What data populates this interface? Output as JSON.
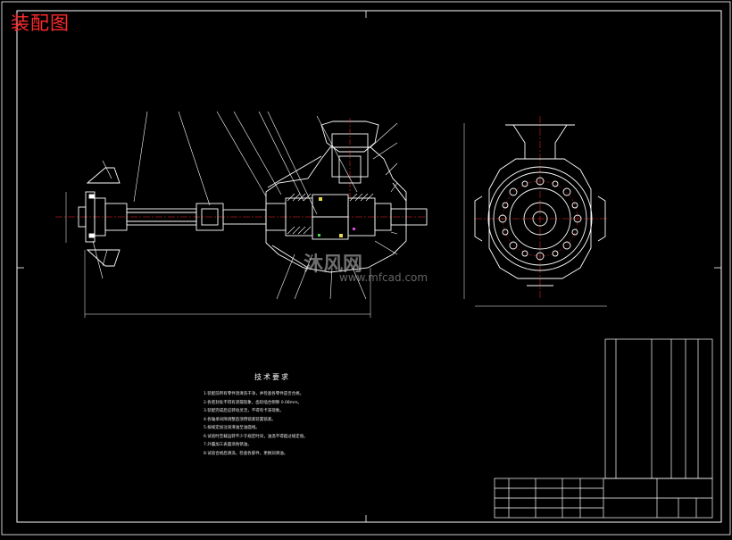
{
  "header": {
    "title": "装配图"
  },
  "watermark": {
    "brand": "沐风网",
    "url": "www.mfcad.com"
  },
  "tech_requirements": {
    "title": "技术要求",
    "lines": [
      "1.装配前所有零件须清洗干净，并检查各零件是否合格。",
      "2.各密封处不得有渗漏现象，齿轮啮合侧隙 0.08mm。",
      "3.装配完成后应转动灵活，不得有卡滞现象。",
      "4.各轴承间隙调整后须用锁紧装置锁紧。",
      "5.按规定加注润滑油至油面线。",
      "6.试验时空载运转不少于规定时间，油温不得超过规定值。",
      "7.外露加工表面涂防锈油。",
      "8.试验合格后清洗，检查各部件，更换润滑油。"
    ]
  },
  "colors": {
    "background": "#000000",
    "line": "#ffffff",
    "centerline": "#ff2a2a",
    "title_red": "#ff2a2a",
    "accent_yellow": "#e8d84a",
    "accent_green": "#4ad84a",
    "accent_magenta": "#d84ad8"
  }
}
